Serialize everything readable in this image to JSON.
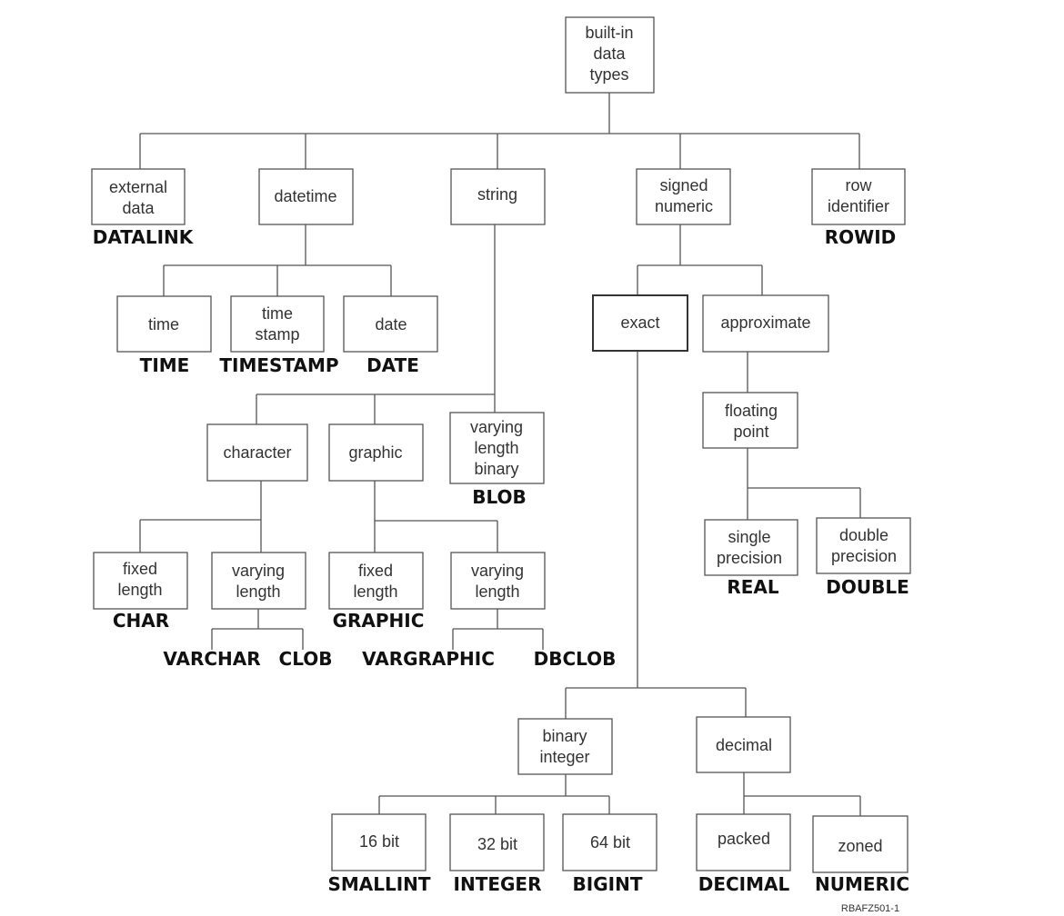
{
  "diagram": {
    "nodes": {
      "root": [
        "built-in",
        "data",
        "types"
      ],
      "external_data": [
        "external",
        "data"
      ],
      "datetime": [
        "datetime"
      ],
      "string": [
        "string"
      ],
      "signed_numeric": [
        "signed",
        "numeric"
      ],
      "row_identifier": [
        "row",
        "identifier"
      ],
      "time": [
        "time"
      ],
      "time_stamp": [
        "time",
        "stamp"
      ],
      "date": [
        "date"
      ],
      "exact": [
        "exact"
      ],
      "approximate": [
        "approximate"
      ],
      "character": [
        "character"
      ],
      "graphic": [
        "graphic"
      ],
      "varying_length_binary": [
        "varying",
        "length",
        "binary"
      ],
      "floating_point": [
        "floating",
        "point"
      ],
      "char_fixed_length": [
        "fixed",
        "length"
      ],
      "char_varying_length": [
        "varying",
        "length"
      ],
      "graphic_fixed_length": [
        "fixed",
        "length"
      ],
      "graphic_varying_length": [
        "varying",
        "length"
      ],
      "single_precision": [
        "single",
        "precision"
      ],
      "double_precision": [
        "double",
        "precision"
      ],
      "binary_integer": [
        "binary",
        "integer"
      ],
      "decimal": [
        "decimal"
      ],
      "bit16": [
        "16 bit"
      ],
      "bit32": [
        "32 bit"
      ],
      "bit64": [
        "64 bit"
      ],
      "packed": [
        "packed"
      ],
      "zoned": [
        "zoned"
      ]
    },
    "keywords": {
      "datalink": "DATALINK",
      "rowid": "ROWID",
      "time": "TIME",
      "timestamp": "TIMESTAMP",
      "date": "DATE",
      "blob": "BLOB",
      "char": "CHAR",
      "graphic": "GRAPHIC",
      "varchar": "VARCHAR",
      "clob": "CLOB",
      "vargraphic": "VARGRAPHIC",
      "dbclob": "DBCLOB",
      "real": "REAL",
      "double": "DOUBLE",
      "smallint": "SMALLINT",
      "integer": "INTEGER",
      "bigint": "BIGINT",
      "decimal": "DECIMAL",
      "numeric": "NUMERIC"
    },
    "figure_code": "RBAFZ501-1"
  }
}
